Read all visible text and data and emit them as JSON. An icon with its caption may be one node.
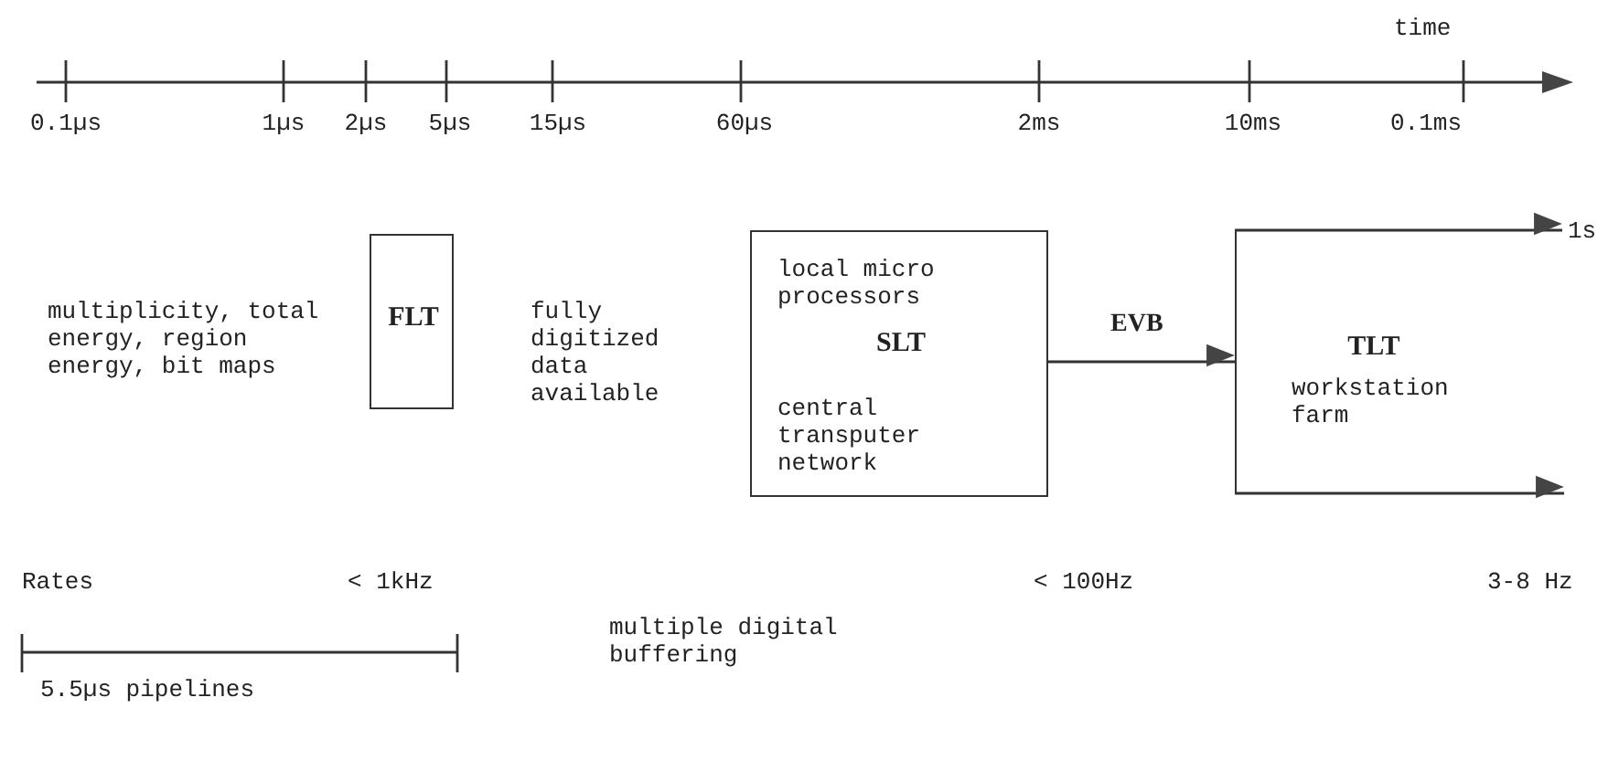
{
  "diagram": {
    "nodes": [
      {
        "text": [
          "FLT"
        ]
      },
      {
        "text": [
          "local micro processors",
          "SLT",
          "central transputer network"
        ]
      },
      {
        "text": [
          "TLT",
          "workstation farm"
        ]
      },
      {
        "text": [
          "1s"
        ]
      }
    ],
    "edges": [
      {
        "from": 1,
        "to": 2,
        "label": "EVB",
        "arrow": "to"
      },
      {
        "from": 2,
        "to": 3,
        "arrow": "to"
      },
      {
        "from": 2,
        "to": null,
        "arrow": "to"
      }
    ],
    "labels": [
      "time",
      "0.1µs",
      "1µs",
      "2µs",
      "5µs",
      "15µs",
      "60µs",
      "2ms",
      "10ms",
      "0.1ms",
      "multiplicity, total energy, region energy, bit maps",
      "fully digitized data available",
      "Rates",
      "< 1kHz",
      "< 100Hz",
      "3-8 Hz",
      "multiple digital buffering",
      "5.5µs pipelines"
    ]
  }
}
